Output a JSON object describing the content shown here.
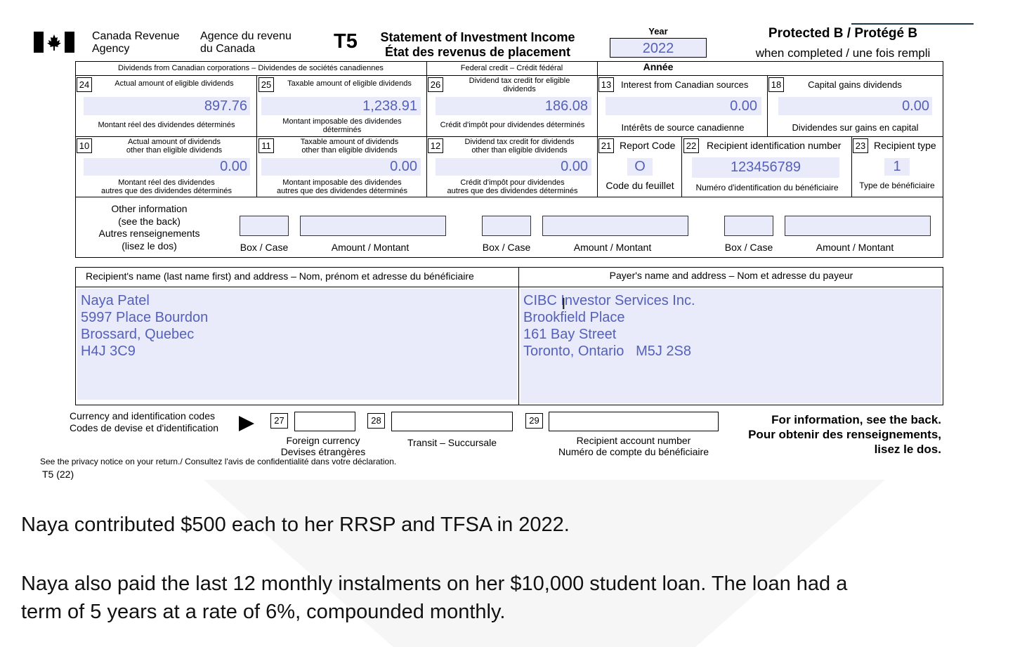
{
  "header": {
    "agency_en_1": "Canada Revenue",
    "agency_en_2": "Agency",
    "agency_fr_1": "Agence du revenu",
    "agency_fr_2": "du Canada",
    "form_code": "T5",
    "title_en": "Statement of Investment Income",
    "title_fr": "État des revenus de placement",
    "year_label": "Year",
    "year_value": "2022",
    "year_label_fr": "Année",
    "protected": "Protected B / Protégé B",
    "protected_sub": "when completed / une fois rempli"
  },
  "sections": {
    "dividends_header": "Dividends from Canadian corporations – Dividendes de sociétés canadiennes",
    "federal_header": "Federal credit – Crédit fédéral"
  },
  "boxes": {
    "b24": {
      "num": "24",
      "label": "Actual amount of eligible dividends",
      "value": "897.76",
      "label_fr": "Montant réel des dividendes déterminés"
    },
    "b25": {
      "num": "25",
      "label": "Taxable amount of eligible dividends",
      "value": "1,238.91",
      "label_fr_1": "Montant imposable des dividendes",
      "label_fr_2": "déterminés"
    },
    "b26": {
      "num": "26",
      "label_1": "Dividend tax credit for eligible",
      "label_2": "dividends",
      "value": "186.08",
      "label_fr": "Crédit d'impôt pour dividendes déterminés"
    },
    "b13": {
      "num": "13",
      "label": "Interest from Canadian sources",
      "value": "0.00",
      "label_fr": "Intérêts de source canadienne"
    },
    "b18": {
      "num": "18",
      "label": "Capital gains dividends",
      "value": "0.00",
      "label_fr": "Dividendes sur gains en capital"
    },
    "b10": {
      "num": "10",
      "label_1": "Actual amount of dividends",
      "label_2": "other than eligible dividends",
      "value": "0.00",
      "label_fr_1": "Montant réel des dividendes",
      "label_fr_2": "autres que des dividendes déterminés"
    },
    "b11": {
      "num": "11",
      "label_1": "Taxable amount of dividends",
      "label_2": "other than eligible dividends",
      "value": "0.00",
      "label_fr_1": "Montant imposable des dividendes",
      "label_fr_2": "autres que des dividendes déterminés"
    },
    "b12": {
      "num": "12",
      "label_1": "Dividend tax credit for dividends",
      "label_2": "other than eligible dividends",
      "value": "0.00",
      "label_fr_1": "Crédit d'impôt pour dividendes",
      "label_fr_2": "autres que des dividendes déterminés"
    },
    "b21": {
      "num": "21",
      "label": "Report Code",
      "value": "O",
      "label_fr": "Code du feuillet"
    },
    "b22": {
      "num": "22",
      "label": "Recipient identification number",
      "value": "123456789",
      "label_fr": "Numéro d'identification du bénéficiaire"
    },
    "b23": {
      "num": "23",
      "label": "Recipient type",
      "value": "1",
      "label_fr": "Type de bénéficiaire"
    }
  },
  "other_info": {
    "line1": "Other information",
    "line2": "(see the back)",
    "line3": "Autres renseignements",
    "line4": "(lisez le dos)",
    "box_label": "Box / Case",
    "amount_label": "Amount / Montant"
  },
  "recipient": {
    "header": "Recipient's name (last name first) and address – Nom, prénom et adresse du bénéficiaire",
    "lines": [
      "Naya Patel",
      "5997 Place Bourdon",
      "Brossard, Quebec",
      "H4J 3C9"
    ]
  },
  "payer": {
    "header": "Payer's name and address – Nom et adresse du payeur",
    "lines": [
      "CIBC Investor Services Inc.",
      "Brookfield Place",
      "161 Bay Street",
      "Toronto, Ontario   M5J 2S8"
    ]
  },
  "bottom": {
    "currency_1": "Currency and identification codes",
    "currency_2": "Codes de devise et d'identification",
    "b27": "27",
    "b28": "28",
    "b29": "29",
    "foreign_1": "Foreign currency",
    "foreign_2": "Devises étrangères",
    "transit": "Transit – Succursale",
    "account_1": "Recipient account number",
    "account_2": "Numéro de compte du bénéficiaire",
    "info_1": "For information, see the back.",
    "info_2": "Pour obtenir des renseignements,",
    "info_3": "lisez le dos.",
    "privacy": "See the privacy notice on your return./ Consultez l'avis de confidentialité dans votre déclaration.",
    "form_id": "T5 (22)"
  },
  "notes": {
    "p1": "Naya contributed $500 each to her RRSP and TFSA in 2022.",
    "p2_line1": "Naya also paid the last 12 monthly instalments on her $10,000 student loan.  The loan had a",
    "p2_line2": "term of 5 years at a rate of 6%, compounded monthly."
  }
}
